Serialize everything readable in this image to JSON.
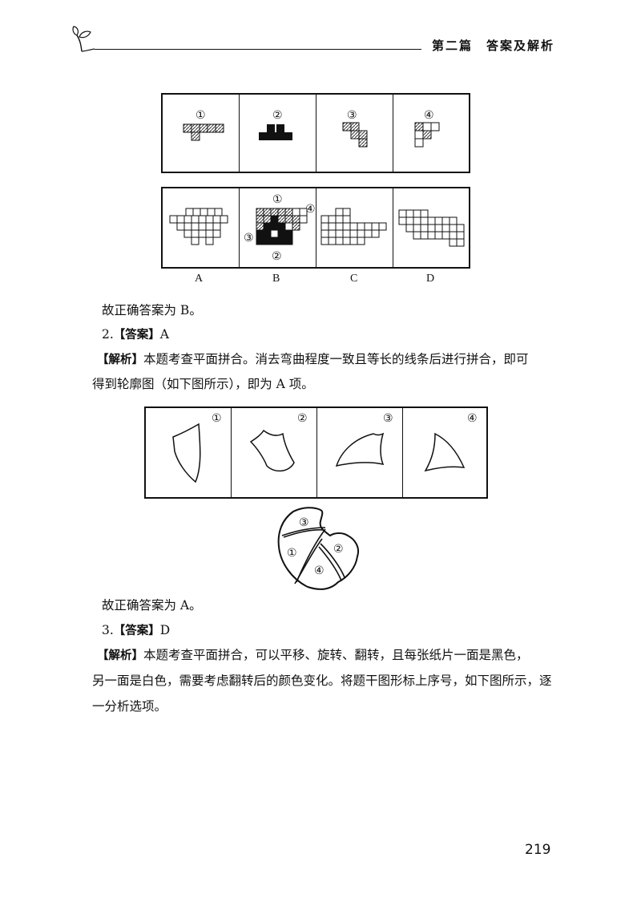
{
  "header": {
    "title": "第二篇　答案及解析",
    "logo_icon": "sprout-icon"
  },
  "figure1": {
    "top_labels": [
      "①",
      "②",
      "③",
      "④"
    ],
    "option_overlay_labels": [
      "①",
      "④",
      "③",
      "②"
    ],
    "option_letters": [
      "A",
      "B",
      "C",
      "D"
    ]
  },
  "conclusion1": "故正确答案为 B。",
  "q2": {
    "number": "2.",
    "answer_tag": "【答案】",
    "answer": "A",
    "analysis_tag": "【解析】",
    "analysis_line1": "本题考查平面拼合。消去弯曲程度一致且等长的线条后进行拼合，即可",
    "analysis_line2": "得到轮廓图（如下图所示），即为 A 项。"
  },
  "figure2": {
    "top_labels": [
      "①",
      "②",
      "③",
      "④"
    ],
    "assembly_labels": [
      "③",
      "①",
      "②",
      "④"
    ]
  },
  "conclusion2": "故正确答案为 A。",
  "q3": {
    "number": "3.",
    "answer_tag": "【答案】",
    "answer": "D",
    "analysis_tag": "【解析】",
    "analysis_line1": "本题考查平面拼合，可以平移、旋转、翻转，且每张纸片一面是黑色，",
    "analysis_line2": "另一面是白色，需要考虑翻转后的颜色变化。将题干图形标上序号，如下图所示，逐",
    "analysis_line3": "一分析选项。"
  },
  "page_number": "219"
}
